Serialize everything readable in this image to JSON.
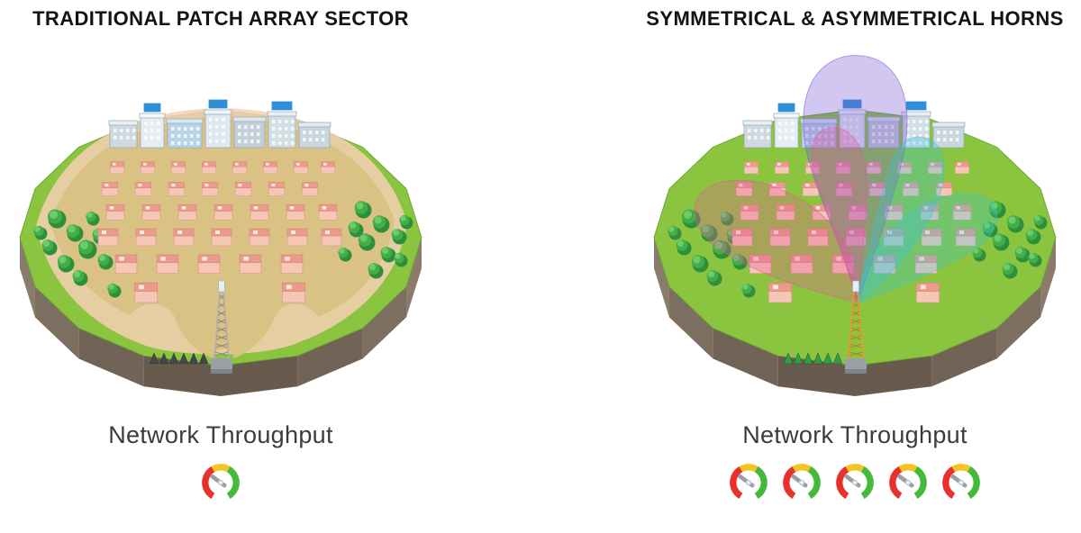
{
  "page": {
    "background": "#ffffff"
  },
  "left_panel": {
    "title": "TRADITIONAL PATCH ARRAY SECTOR",
    "caption": "Network Throughput",
    "gauge_count": 1
  },
  "right_panel": {
    "title": "SYMMETRICAL & ASYMMETRICAL HORNS",
    "caption": "Network Throughput",
    "gauge_count": 5
  },
  "scene": {
    "island_grass": "#8bc53f",
    "island_grass_edge": "#6aa832",
    "island_soil_shades": [
      "#8a7b6a",
      "#7d6f5f",
      "#716355",
      "#685b4e",
      "#685b4e",
      "#716355",
      "#7d6f5f",
      "#8a7b6a"
    ],
    "coverage_color": "#d9c083",
    "coverage_fringe": "#f6cfb5",
    "beam_colors": {
      "purple": "#7b5bd6",
      "pink": "#e8559a",
      "cyan": "#35c4dd"
    },
    "house_roof_color": "#ec9b8b",
    "house_front_color": "#f6c6b6",
    "tree_color": "#43ad4a",
    "billboard_color": "#2e8fd6",
    "tower_color_left": "#b9b3a8",
    "tower_color_right": "#e09b3c"
  },
  "gauge": {
    "low_color": "#e8312a",
    "mid_color": "#f5c423",
    "high_color": "#45b93a",
    "needle_color": "#97a0a6"
  }
}
